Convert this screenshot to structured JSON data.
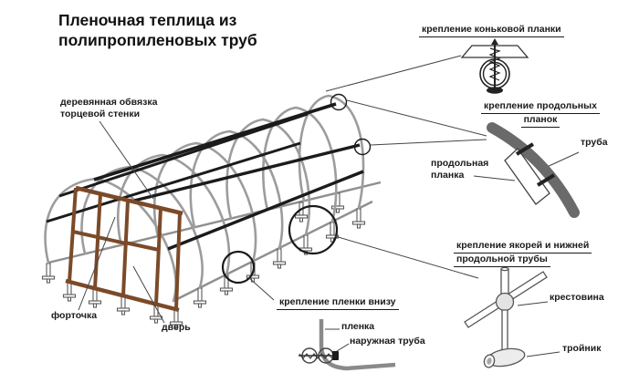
{
  "title": "Пленочная теплица из полипропиленовых труб",
  "callouts": {
    "ridge_fastener": {
      "label": "крепление коньковой планки"
    },
    "plank_fastener": {
      "line1": "крепление продольных",
      "line2": "планок"
    },
    "longitudinal_plank": {
      "line1": "продольная",
      "line2": "планка"
    },
    "pipe": {
      "label": "труба"
    },
    "anchor_fastener": {
      "line1": "крепление якорей и нижней",
      "line2": "продольной трубы"
    },
    "cross_fitting": {
      "label": "крестовина"
    },
    "tee_fitting": {
      "label": "тройник"
    },
    "film_fastener": {
      "label": "крепление пленки внизу"
    },
    "film": {
      "label": "пленка"
    },
    "outer_pipe": {
      "label": "наружная труба"
    },
    "end_wall_frame": {
      "line1": "деревянная обвязка",
      "line2": "торцевой стенки"
    },
    "vent": {
      "label": "форточка"
    },
    "door": {
      "label": "дверь"
    }
  },
  "colors": {
    "background": "#ffffff",
    "pipe_gray": "#9c9c9c",
    "rail_gray": "#8f8f8f",
    "plank_black": "#1b1b1b",
    "wood_brown": "#7b4a28",
    "detail_pipe_gray": "#6a6a6a",
    "film_gray": "#8a8a8a",
    "text": "#1a1a1a"
  }
}
